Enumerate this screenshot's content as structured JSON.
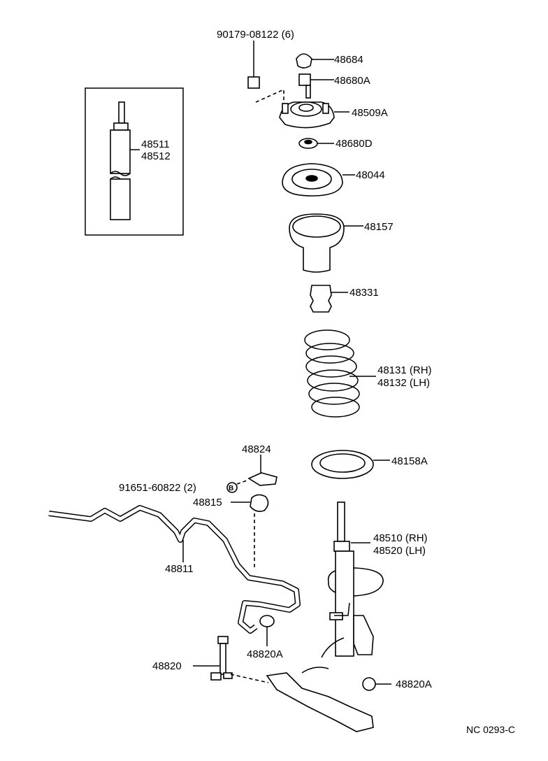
{
  "diagram_code": "NC 0293-C",
  "labels": {
    "p90179": "90179-08122 (6)",
    "p48684": "48684",
    "p48680A": "48680A",
    "p48509A": "48509A",
    "p48680D": "48680D",
    "p48044": "48044",
    "p48157": "48157",
    "p48331": "48331",
    "p48131": "48131 (RH)",
    "p48132": "48132 (LH)",
    "p48511": "48511",
    "p48512": "48512",
    "p48824": "48824",
    "p91651": "91651-60822 (2)",
    "p48815": "48815",
    "p48158A": "48158A",
    "p48510": "48510 (RH)",
    "p48520": "48520 (LH)",
    "p48811": "48811",
    "p48820": "48820",
    "p48820A_mid": "48820A",
    "p48820A_right": "48820A"
  },
  "nut_badge": "B"
}
